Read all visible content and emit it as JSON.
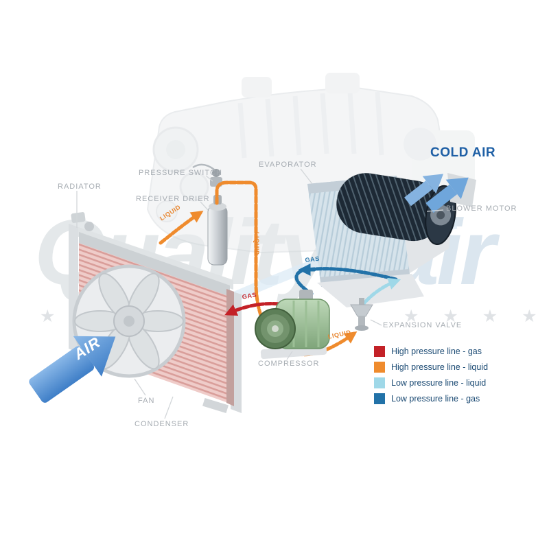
{
  "page": {
    "background": "#ffffff",
    "description_labels_color": "#a6acb2"
  },
  "watermark": {
    "word_left": "Quality",
    "word_right": "air",
    "stars_left": "★ ★ ★ ★",
    "stars_right": "★ ★ ★ ★"
  },
  "labels": {
    "radiator": "RADIATOR",
    "pressure_switch": "PRESSURE SWITCH",
    "receiver_drier": "RECEIVER DRIER",
    "evaporator": "EVAPORATOR",
    "blower_motor": "BLOWER MOTOR",
    "expansion_valve": "EXPANSION VALVE",
    "compressor": "COMPRESSOR",
    "fan": "FAN",
    "condenser": "CONDENSER"
  },
  "flow_labels": {
    "cold_air": "COLD AIR",
    "air": "AIR",
    "liquid_condenser_to_drier": "LIQUID",
    "liquid_drier_line": "LIQUID",
    "gas_suction": "GAS",
    "gas_discharge": "GAS",
    "liquid_expansion": "LIQUID"
  },
  "legend": {
    "items": [
      {
        "label": "High pressure line - gas",
        "color": "#c32127"
      },
      {
        "label": "High pressure line - liquid",
        "color": "#ef8b2d"
      },
      {
        "label": "Low pressure line - liquid",
        "color": "#9fd8e8"
      },
      {
        "label": "Low pressure line - gas",
        "color": "#2272a8"
      }
    ]
  },
  "colors": {
    "high_pressure_gas": "#c32127",
    "high_pressure_liquid": "#ef8b2d",
    "low_pressure_liquid": "#9fd8e8",
    "low_pressure_gas": "#2272a8",
    "cold_air_text": "#1e5fa5",
    "air_arrow": "#3e7ec7"
  }
}
